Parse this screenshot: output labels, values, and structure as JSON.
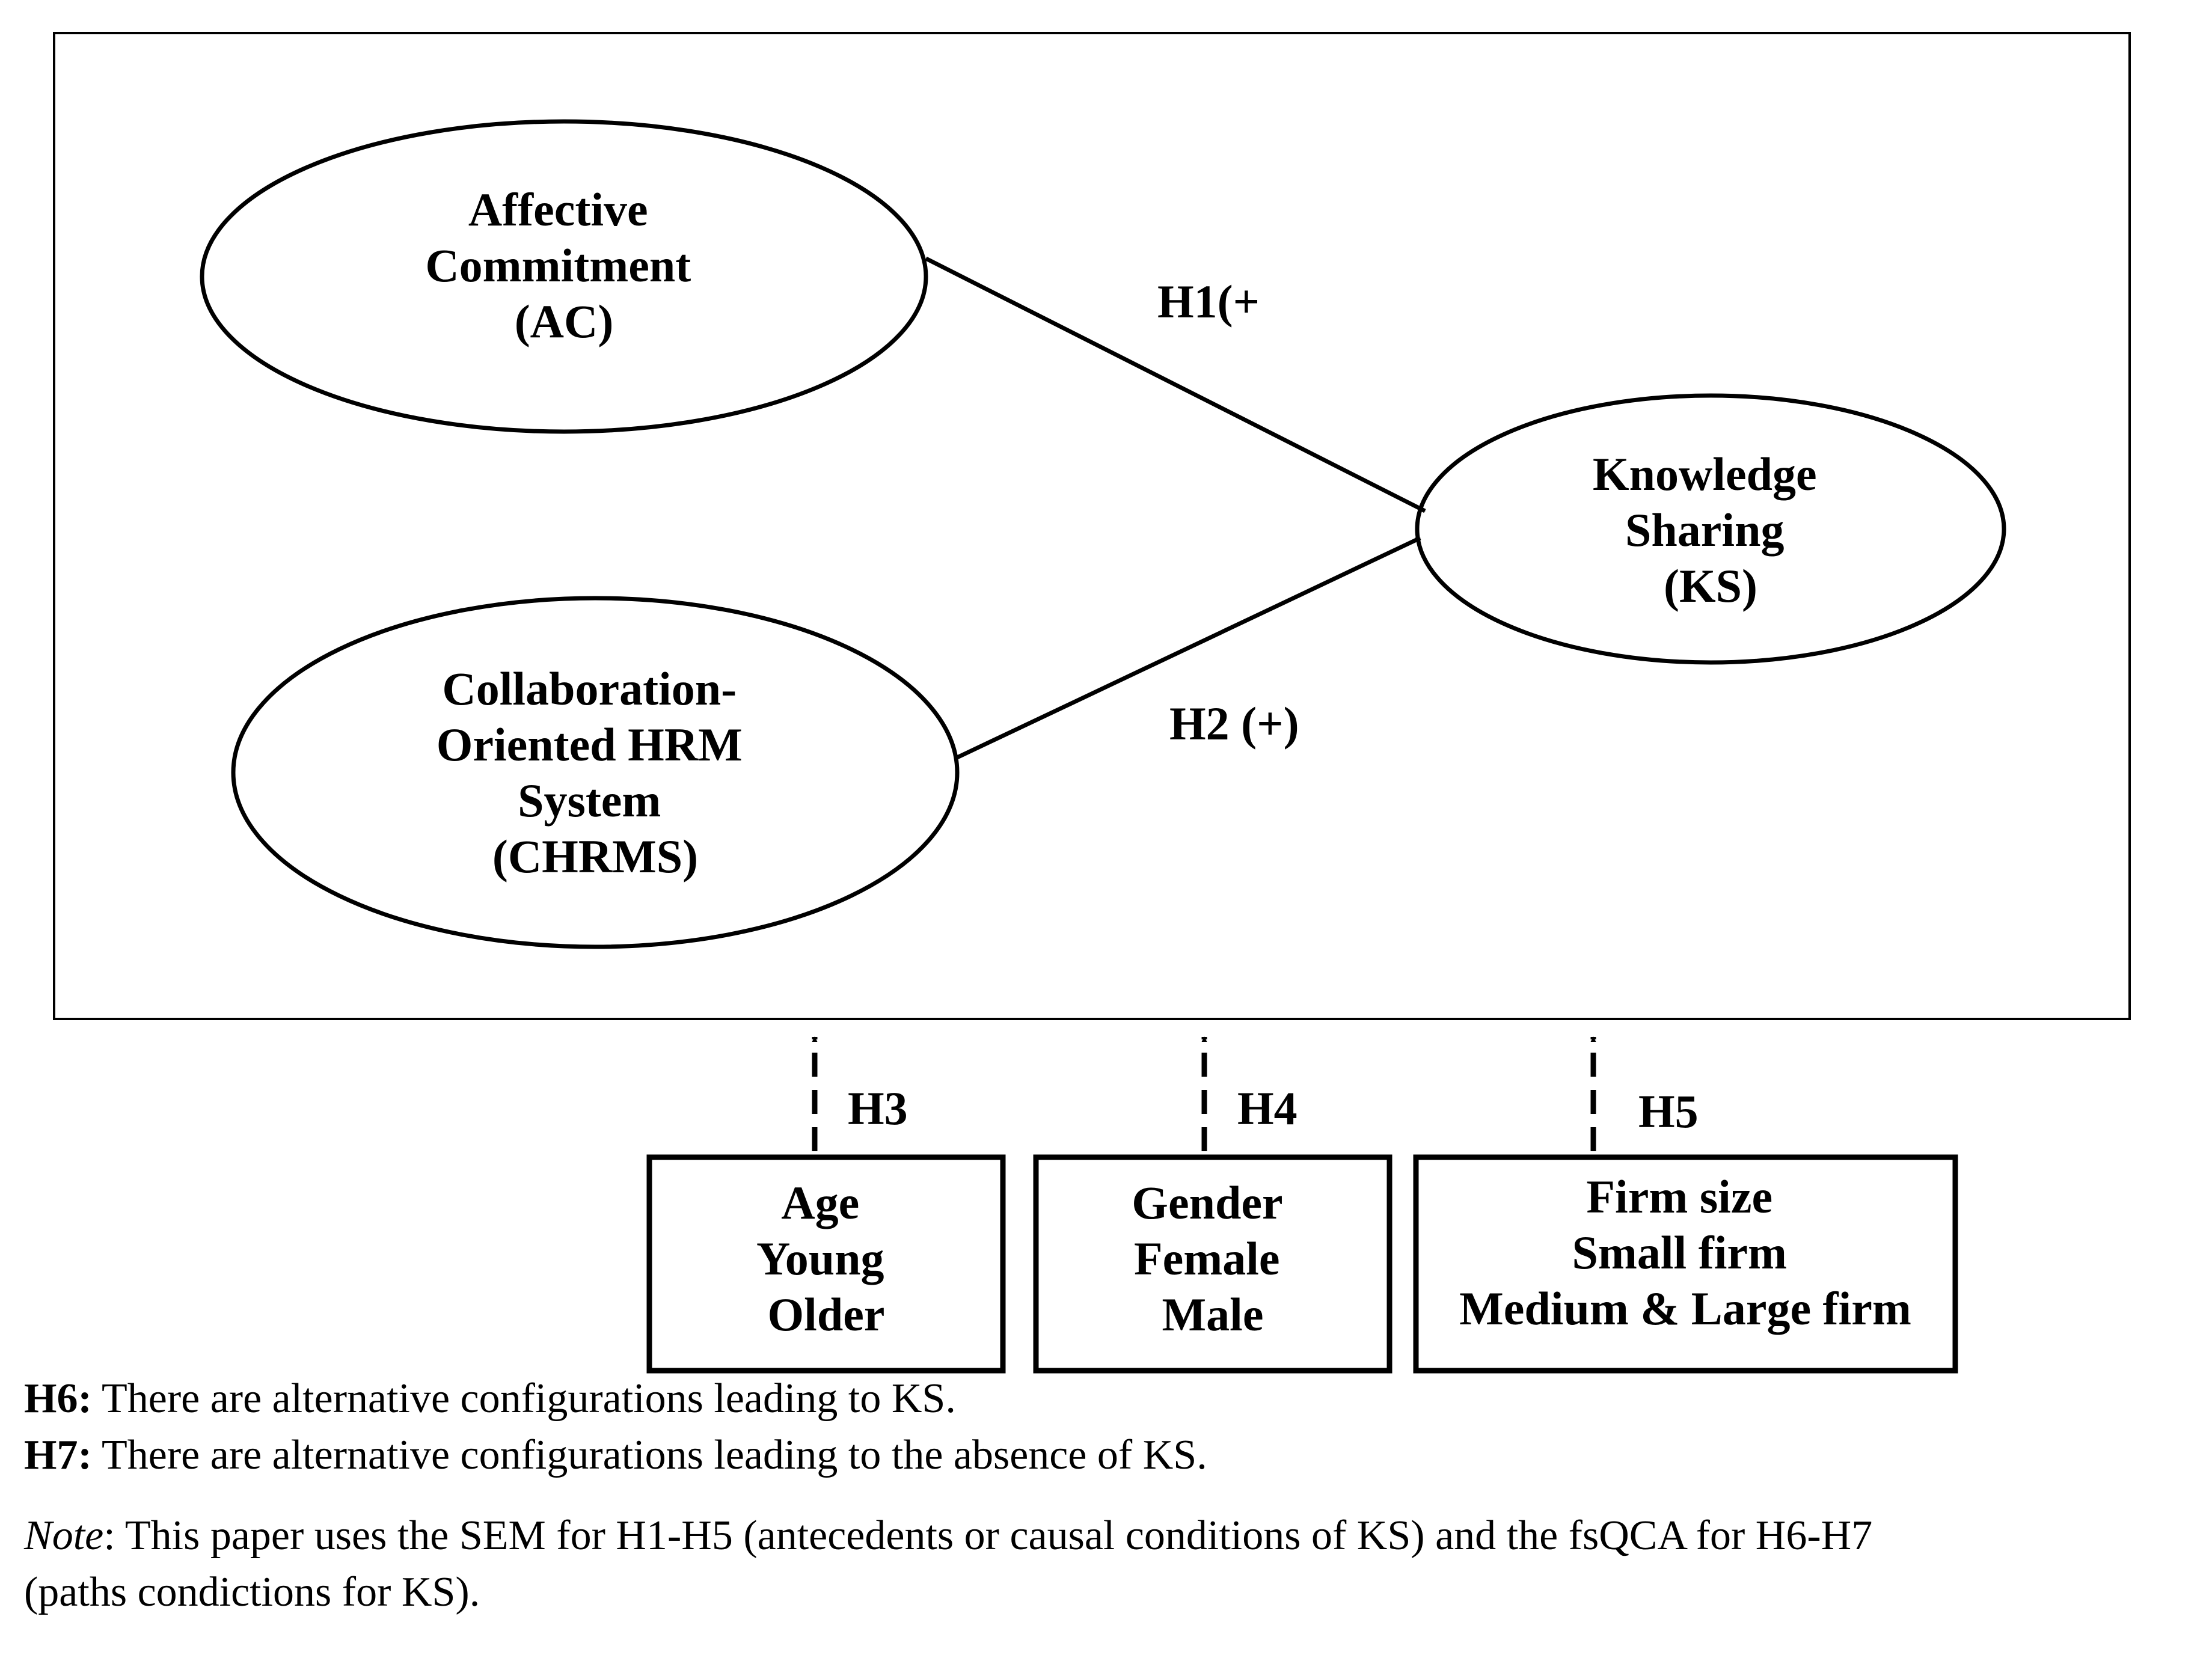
{
  "constructs": {
    "ac": [
      "Affective",
      "Commitment",
      "(AC)"
    ],
    "chrms": [
      "Collaboration-",
      "Oriented HRM",
      "System",
      "(CHRMS)"
    ],
    "ks": [
      "Knowledge",
      "Sharing",
      "(KS)"
    ]
  },
  "paths": {
    "h1": "H1(+",
    "h2": "H2 (+)",
    "h3": "H3",
    "h4": "H4",
    "h5": "H5"
  },
  "moderators": {
    "age": [
      "Age",
      "Young",
      "Older"
    ],
    "gender": [
      "Gender",
      "Female",
      "Male"
    ],
    "firm": [
      "Firm size",
      "Small firm",
      "Medium & Large firm"
    ]
  },
  "hypotheses": [
    {
      "id": "H6:",
      "text": " There are alternative configurations leading to KS."
    },
    {
      "id": "H7:",
      "text": " There are alternative configurations leading to the absence of KS."
    }
  ],
  "note": {
    "label": "Note",
    "line1": ": This paper uses the SEM for H1-H5 (antecedents or causal conditions of KS) and the fsQCA for H6-H7",
    "line2": "(paths condictions for KS)."
  }
}
